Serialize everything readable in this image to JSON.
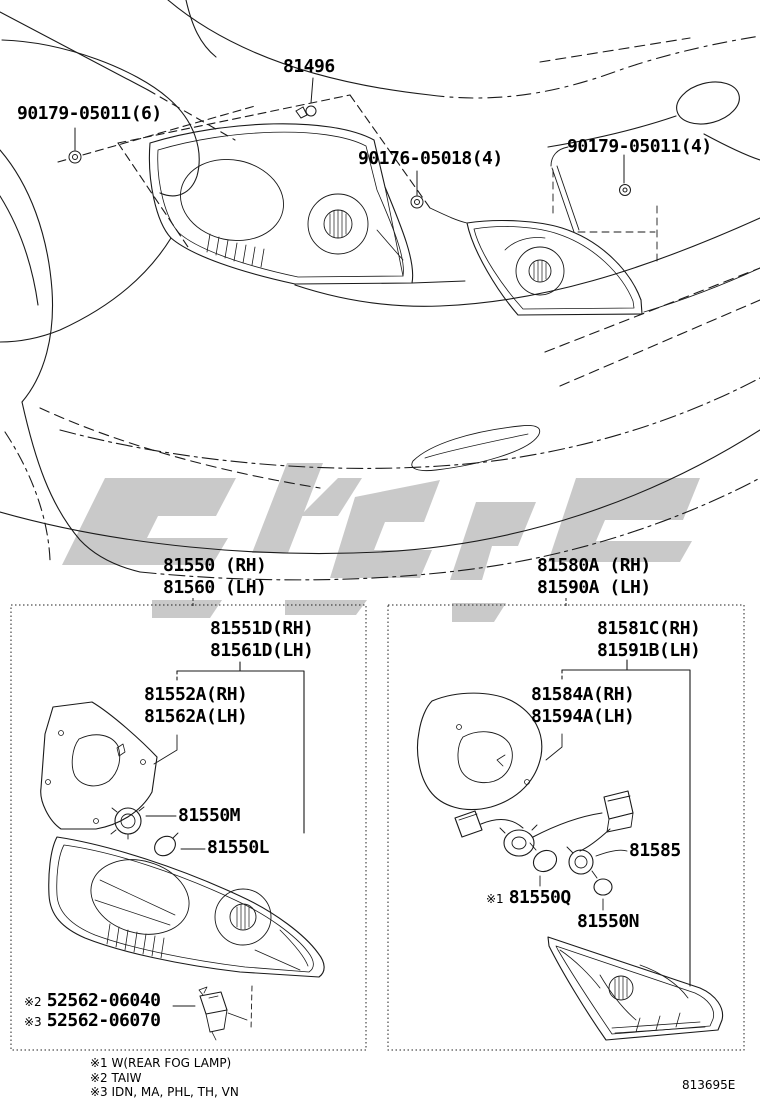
{
  "colors": {
    "line": "#1a1a1a",
    "watermark": "#c9c9c9"
  },
  "fasteners": {
    "clip_top": "81496",
    "nut_left": "90179-05011(6)",
    "screw_center": "90176-05018(4)",
    "screw_right": "90179-05011(4)"
  },
  "outer_lamp_assembly": {
    "title": {
      "rh": "81550 (RH)",
      "lh": "81560 (LH)"
    },
    "lamp_body": {
      "rh": "81551D(RH)",
      "lh": "81561D(LH)"
    },
    "gasket": {
      "rh": "81552A(RH)",
      "lh": "81562A(LH)"
    },
    "socket": "81550M",
    "bulb": "81550L",
    "clip_rows": [
      {
        "ref": "※2",
        "part": "52562-06040"
      },
      {
        "ref": "※3",
        "part": "52562-06070"
      }
    ]
  },
  "inner_lamp_assembly": {
    "title": {
      "rh": "81580A (RH)",
      "lh": "81590A (LH)"
    },
    "lamp_body": {
      "rh": "81581C(RH)",
      "lh": "81591B(LH)"
    },
    "gasket": {
      "rh": "81584A(RH)",
      "lh": "81594A(LH)"
    },
    "harness": "81585",
    "socket": {
      "ref": "※1",
      "part": "81550Q"
    },
    "bulb": "81550N"
  },
  "footnotes": [
    "※1 W(REAR FOG LAMP)",
    "※2 TAIW",
    "※3 IDN, MA, PHL, TH, VN"
  ],
  "doc_code": "813695E"
}
